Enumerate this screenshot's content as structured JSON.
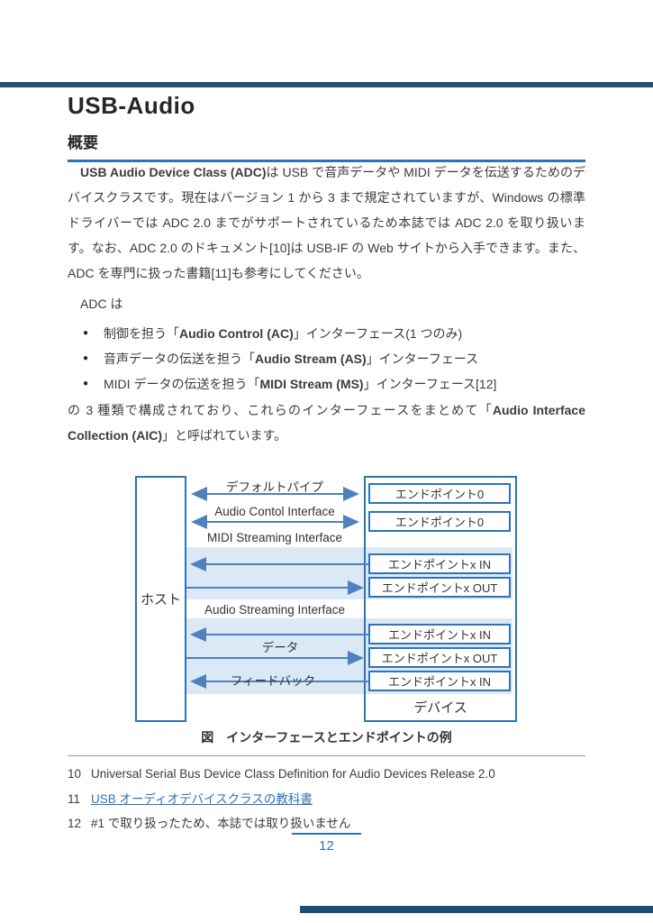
{
  "header": {
    "title": "USB-Audio",
    "section": "概要"
  },
  "content": {
    "bullet_marker": "●",
    "p1": [
      {
        "t": "USB Audio Device Class (ADC)",
        "b": true
      },
      {
        "t": "は USB で音声データや MIDI データを伝送するためのデバイスクラスです。現在はバージョン 1 から 3 まで規定されていますが、Windows の標準ドライバーでは ADC 2.0 までがサポートされているため本誌では ADC 2.0 を取り扱います。なお、ADC 2.0 のドキュメント[10]は USB-IF の Web サイトから入手できます。また、ADC を専門に扱った書籍[11]も参考にしてください。",
        "b": false
      }
    ],
    "p2": "ADC は",
    "bullets": [
      [
        {
          "t": "制御を担う「",
          "b": false
        },
        {
          "t": "Audio Control (AC)",
          "b": true
        },
        {
          "t": "」インターフェース(1 つのみ)",
          "b": false
        }
      ],
      [
        {
          "t": "音声データの伝送を担う「",
          "b": false
        },
        {
          "t": "Audio Stream (AS)",
          "b": true
        },
        {
          "t": "」インターフェース",
          "b": false
        }
      ],
      [
        {
          "t": "MIDI データの伝送を担う「",
          "b": false
        },
        {
          "t": "MIDI Stream (MS)",
          "b": true
        },
        {
          "t": "」インターフェース[12]",
          "b": false
        }
      ]
    ],
    "p3": [
      {
        "t": "の 3 種類で構成されており、これらのインターフェースをまとめて「",
        "b": false
      },
      {
        "t": "Audio Interface Collection (AIC)",
        "b": true
      },
      {
        "t": "」と呼ばれています。",
        "b": false
      }
    ]
  },
  "figure": {
    "caption": "図　インターフェースとエンドポイントの例",
    "host": "ホスト",
    "device": "デバイス",
    "labels": {
      "default_pipe": "デフォルトパイプ",
      "audio_control": "Audio Contol Interface",
      "midi_streaming": "MIDI Streaming Interface",
      "audio_streaming": "Audio Streaming Interface",
      "data": "データ",
      "feedback": "フィードバック"
    },
    "endpoints": [
      "エンドポイント0",
      "エンドポイント0",
      "エンドポイントx IN",
      "エンドポイントx OUT",
      "エンドポイントx IN",
      "エンドポイントx OUT",
      "エンドポイントx IN"
    ]
  },
  "footnotes": [
    {
      "num": "10",
      "text": "Universal Serial Bus Device Class Definition for Audio Devices Release 2.0",
      "link": false
    },
    {
      "num": "11",
      "text": "USB オーディオデバイスクラスの教科書",
      "link": true
    },
    {
      "num": "12",
      "text": "#1 で取り扱ったため、本誌では取り扱いません",
      "link": false
    }
  ],
  "footer": {
    "page_number": "12"
  },
  "colors": {
    "rule": "#1f4e79",
    "accent": "#2e74b5",
    "band": "#dbe9f6",
    "arrow": "#4f81bd",
    "link": "#2e74b5",
    "text": "#3b3b3b"
  }
}
